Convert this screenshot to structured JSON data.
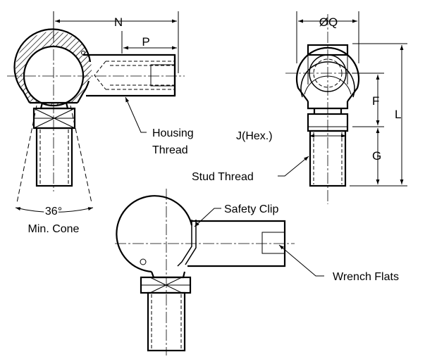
{
  "labels": {
    "n": "N",
    "p": "P",
    "q": "ØQ",
    "f": "F",
    "g": "G",
    "l": "L",
    "j_hex": "J(Hex.)",
    "housing_thread_1": "Housing",
    "housing_thread_2": "Thread",
    "stud_thread": "Stud Thread",
    "angle": "36°",
    "min_cone": "Min. Cone",
    "safety_clip": "Safety Clip",
    "wrench_flats": "Wrench Flats"
  }
}
